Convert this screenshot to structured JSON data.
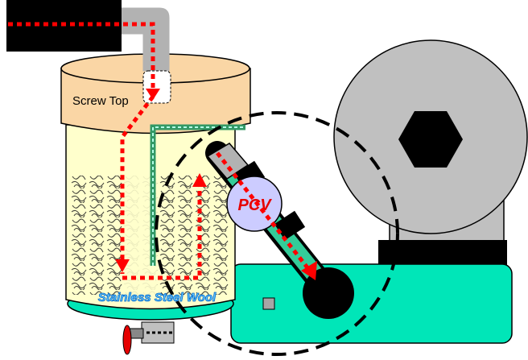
{
  "labels": {
    "screw_top": "Screw Top",
    "pcv": "PCV",
    "stainless_steel_wool": "Stainless Steel Wool"
  },
  "colors": {
    "flow_arrow": "#ff0000",
    "jar_body": "#ffffcc",
    "screw_top": "#fad6a5",
    "base_plate": "#00e6b8",
    "engine_gray": "#c0c0c0",
    "pcv_valve": "#ccccff",
    "hose_gray": "#b2b2b2",
    "pcv_tube": "#33cc99",
    "inner_tube": "#339966",
    "label_blue": "#0066cc"
  },
  "icons": {
    "flow_direction": "red-dotted-arrow",
    "inlet_fitting": "gray-elbow-pipe",
    "drain_valve": "red-drain-valve",
    "engine_nut": "hexagon-nut"
  }
}
